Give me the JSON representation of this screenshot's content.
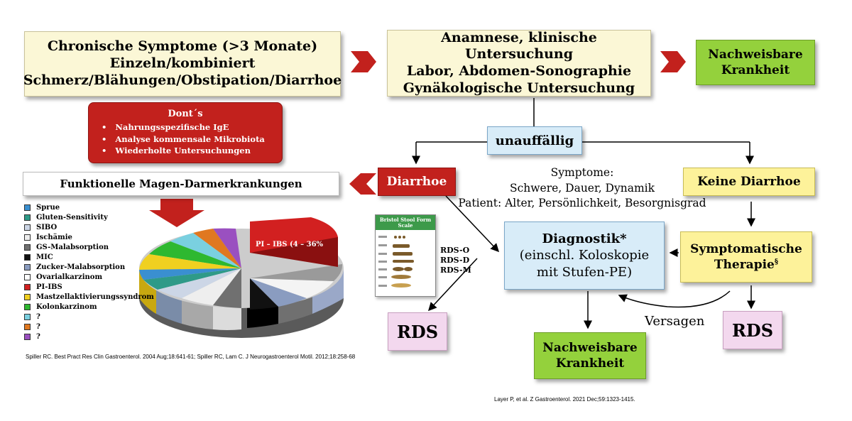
{
  "top": {
    "chronic": [
      "Chronische Symptome (>3 Monate)",
      "Einzeln/kombiniert",
      "Schmerz/Blähungen/Obstipation/Diarrhoe"
    ],
    "workup": [
      "Anamnese, klinische Untersuchung",
      "Labor, Abdomen-Sonographie",
      "Gynäkologische Untersuchung"
    ],
    "disease_right": [
      "Nachweisbare",
      "Krankheit"
    ]
  },
  "donts": {
    "title": "Dont´s",
    "items": [
      "Nahrungsspezifische IgE",
      "Analyse kommensale Mikrobiota",
      "Wiederholte Untersuchungen"
    ]
  },
  "unauffaellig": "unauffällig",
  "diarrhoe": "Diarrhoe",
  "keine_diarrhoe": "Keine Diarrhoe",
  "functional": "Funktionelle Magen-Darmerkrankungen",
  "symptoms_text": [
    "Symptome:",
    "Schwere, Dauer, Dynamik",
    "Patient: Alter, Persönlichkeit, Besorgnisgrad"
  ],
  "diagnostik": {
    "title": "Diagnostik*",
    "lines": [
      "(einschl. Koloskopie",
      "mit Stufen-PE)"
    ]
  },
  "therapie": {
    "line1": "Symptomatische",
    "line2": "Therapie",
    "mark": "§"
  },
  "rds_left": "RDS",
  "rds_right": "RDS",
  "versagen": "Versagen",
  "disease_bottom": [
    "Nachweisbare",
    "Krankheit"
  ],
  "bristol": {
    "title": "Bristol Stool Form Scale",
    "codes": [
      "RDS-O",
      "RDS-D",
      "RDS-M"
    ]
  },
  "pie_label": "PI – IBS (4 – 36%",
  "legend": [
    {
      "label": "Sprue",
      "color": "#3a8fd0"
    },
    {
      "label": "Gluten-Sensitivity",
      "color": "#2e9a88"
    },
    {
      "label": "SIBO",
      "color": "#ccd6e6"
    },
    {
      "label": "Ischämie",
      "color": "#eeeeee"
    },
    {
      "label": "GS-Malabsorption",
      "color": "#707070"
    },
    {
      "label": "MIC",
      "color": "#111111"
    },
    {
      "label": "Zucker-Malabsorption",
      "color": "#8a9cc0"
    },
    {
      "label": "Ovarialkarzinom",
      "color": "#ffffff"
    },
    {
      "label": "PI-IBS",
      "color": "#d22020"
    },
    {
      "label": "Mastzellaktivierungssyndrom",
      "color": "#f0d020"
    },
    {
      "label": "Kolonkarzinom",
      "color": "#2eb830"
    },
    {
      "label": "?",
      "color": "#7ad0e0"
    },
    {
      "label": "?",
      "color": "#e07820"
    },
    {
      "label": "?",
      "color": "#9a50c0"
    }
  ],
  "refs": {
    "left": "Spiller RC. Best Pract Res Clin Gastroenterol. 2004 Aug;18:641-61; Spiller RC, Lam C. J Neurogastroenterol Motil. 2012;18:258-68",
    "right": "Layer P, et al. Z Gastroenterol. 2021 Dec;59:1323-1415."
  }
}
